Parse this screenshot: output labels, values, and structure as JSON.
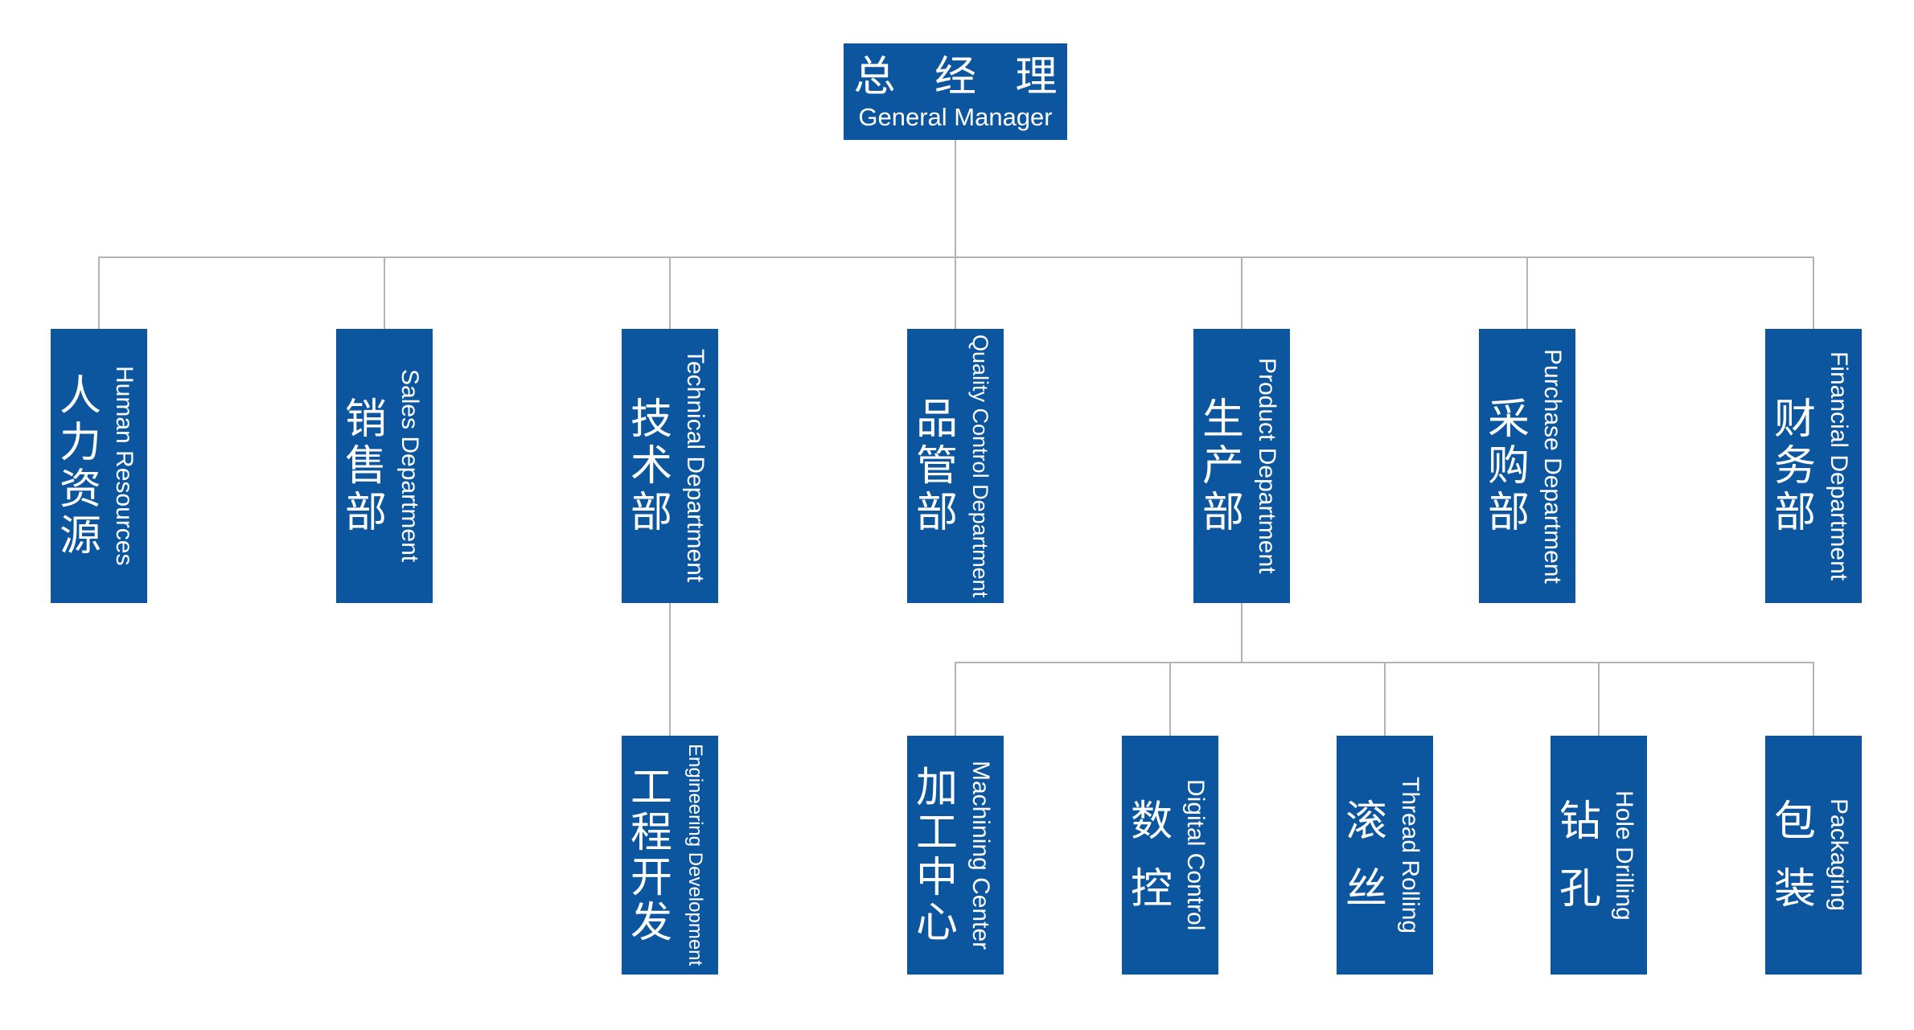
{
  "colors": {
    "box_fill": "#0c56a0",
    "box_text": "#ffffff",
    "connector": "#b3b3b3",
    "background": "#ffffff"
  },
  "root": {
    "cn": "总 经 理",
    "en": "General Manager"
  },
  "departments": [
    {
      "cn": [
        "人",
        "力",
        "资",
        "源"
      ],
      "en": "Human Resources"
    },
    {
      "cn": [
        "销",
        "售",
        "部"
      ],
      "en": "Sales Department"
    },
    {
      "cn": [
        "技",
        "术",
        "部"
      ],
      "en": "Technical Department"
    },
    {
      "cn": [
        "品",
        "管",
        "部"
      ],
      "en": "Quality Control Department"
    },
    {
      "cn": [
        "生",
        "产",
        "部"
      ],
      "en": "Product Department"
    },
    {
      "cn": [
        "采",
        "购",
        "部"
      ],
      "en": "Purchase Department"
    },
    {
      "cn": [
        "财",
        "务",
        "部"
      ],
      "en": "Financial Department"
    }
  ],
  "technical_sub": [
    {
      "cn": [
        "工",
        "程",
        "开",
        "发"
      ],
      "en": "Engineering Development"
    }
  ],
  "production_sub": [
    {
      "cn": [
        "加",
        "工",
        "中",
        "心"
      ],
      "en": "Machining Center"
    },
    {
      "cn": [
        "数",
        "控"
      ],
      "en": "Digital Control"
    },
    {
      "cn": [
        "滚",
        "丝"
      ],
      "en": "Thread Rolling"
    },
    {
      "cn": [
        "钻",
        "孔"
      ],
      "en": "Hole Drilling"
    },
    {
      "cn": [
        "包",
        "装"
      ],
      "en": "Packaging"
    }
  ]
}
